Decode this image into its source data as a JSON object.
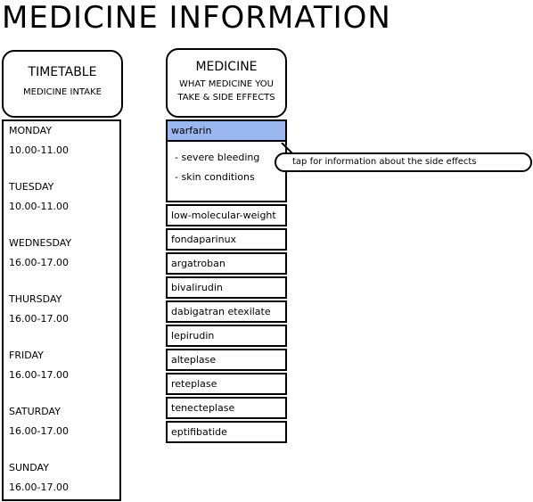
{
  "page": {
    "title": "MEDICINE INFORMATION"
  },
  "timetable": {
    "title": "TIMETABLE",
    "subtitle": "MEDICINE INTAKE",
    "days": [
      {
        "name": "MONDAY",
        "time": "10.00-11.00"
      },
      {
        "name": "TUESDAY",
        "time": "10.00-11.00"
      },
      {
        "name": "WEDNESDAY",
        "time": "16.00-17.00"
      },
      {
        "name": "THURSDAY",
        "time": "16.00-17.00"
      },
      {
        "name": "FRIDAY",
        "time": "16.00-17.00"
      },
      {
        "name": "SATURDAY",
        "time": "16.00-17.00"
      },
      {
        "name": "SUNDAY",
        "time": "16.00-17.00"
      }
    ]
  },
  "medicine": {
    "title": "MEDICINE",
    "subtitle": "WHAT MEDICINE YOU TAKE & SIDE EFFECTS",
    "selected": {
      "label": "warfarin",
      "highlight_color": "#9ab8ef",
      "side_effects": [
        "- severe bleeding",
        "- skin conditions"
      ]
    },
    "items": [
      "low-molecular-weight",
      "fondaparinux",
      "argatroban",
      "bivalirudin",
      "dabigatran etexilate",
      "lepirudin",
      "alteplase",
      "reteplase",
      "tenecteplase",
      "eptifibatide"
    ]
  },
  "tooltip": {
    "text": "tap for information about the side effects"
  }
}
